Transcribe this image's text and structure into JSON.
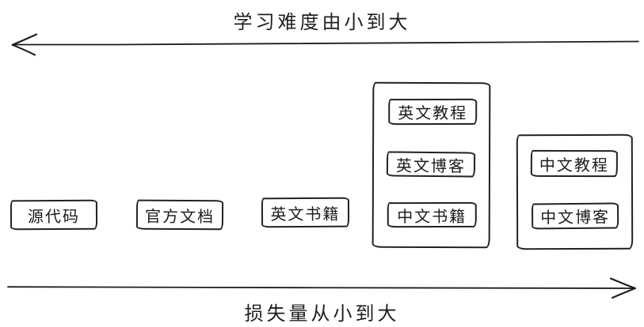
{
  "colors": {
    "background": "#ffffff",
    "ink": "#1d1d1d"
  },
  "axes": {
    "top": {
      "label": "学习难度由小到大",
      "direction": "left"
    },
    "bottom": {
      "label": "损失量从小到大",
      "direction": "right"
    }
  },
  "nodes": [
    {
      "label": "源代码"
    },
    {
      "label": "官方文档"
    },
    {
      "label": "英文书籍"
    }
  ],
  "groups": [
    {
      "items": [
        {
          "label": "英文教程"
        },
        {
          "label": "英文博客"
        },
        {
          "label": "中文书籍"
        }
      ]
    },
    {
      "items": [
        {
          "label": "中文教程"
        },
        {
          "label": "中文博客"
        }
      ]
    }
  ]
}
